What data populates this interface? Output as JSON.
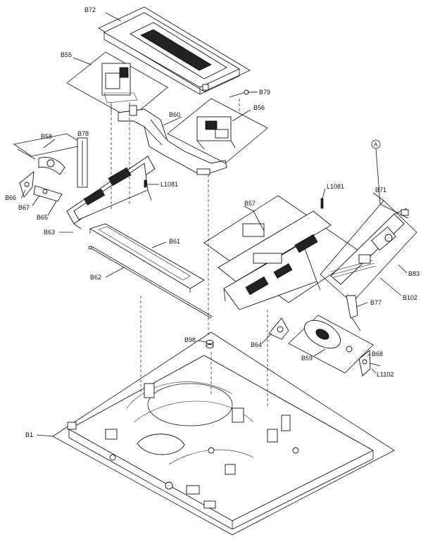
{
  "labels": {
    "b72": "B72",
    "b55": "B55",
    "b79": "B79",
    "b60": "B60",
    "b56": "B56",
    "b58": "B58",
    "b78": "B78",
    "l1081_left": "L1081",
    "b66": "B66",
    "b67": "B67",
    "b65": "B65",
    "b63": "B63",
    "b61": "B61",
    "b62": "B62",
    "b57": "B57",
    "l1081_right": "L1081",
    "a_marker": "A",
    "b71": "B71",
    "b83": "B83",
    "b102": "B102",
    "b77": "B77",
    "b98": "B98",
    "b64": "B64",
    "b59": "B59",
    "b68": "B68",
    "l1102": "L1102",
    "b1": "B1"
  }
}
